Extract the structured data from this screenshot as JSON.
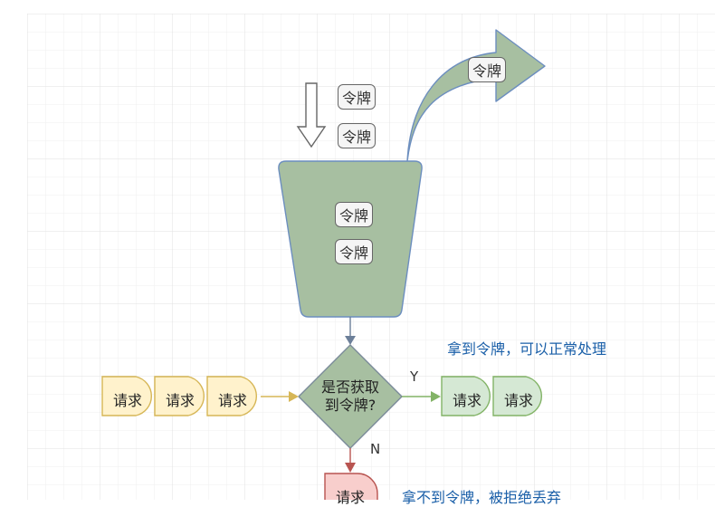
{
  "tokens": {
    "falling": [
      "令牌",
      "令牌"
    ],
    "bucket": [
      "令牌",
      "令牌"
    ],
    "overflow": "令牌"
  },
  "decision": {
    "line1": "是否获取",
    "line2": "到令牌?",
    "yes": "Y",
    "no": "N"
  },
  "requests": {
    "incoming": [
      "请求",
      "请求",
      "请求"
    ],
    "passed": [
      "请求",
      "请求"
    ],
    "rejected": "请求"
  },
  "notes": {
    "passed": "拿到令牌，可以正常处理",
    "rejected": "拿不到令牌，被拒绝丢弃"
  },
  "colors": {
    "grid": "#e9e9e9",
    "bucket_fill": "#a7bfa1",
    "bucket_stroke": "#6c8ebf",
    "request_fill": "#fff2cc",
    "request_stroke": "#d6b656",
    "passed_fill": "#d5e8d4",
    "passed_stroke": "#82b366",
    "rejected_fill": "#f8cecc",
    "rejected_stroke": "#b85450",
    "note_color": "#1a5fa8"
  }
}
